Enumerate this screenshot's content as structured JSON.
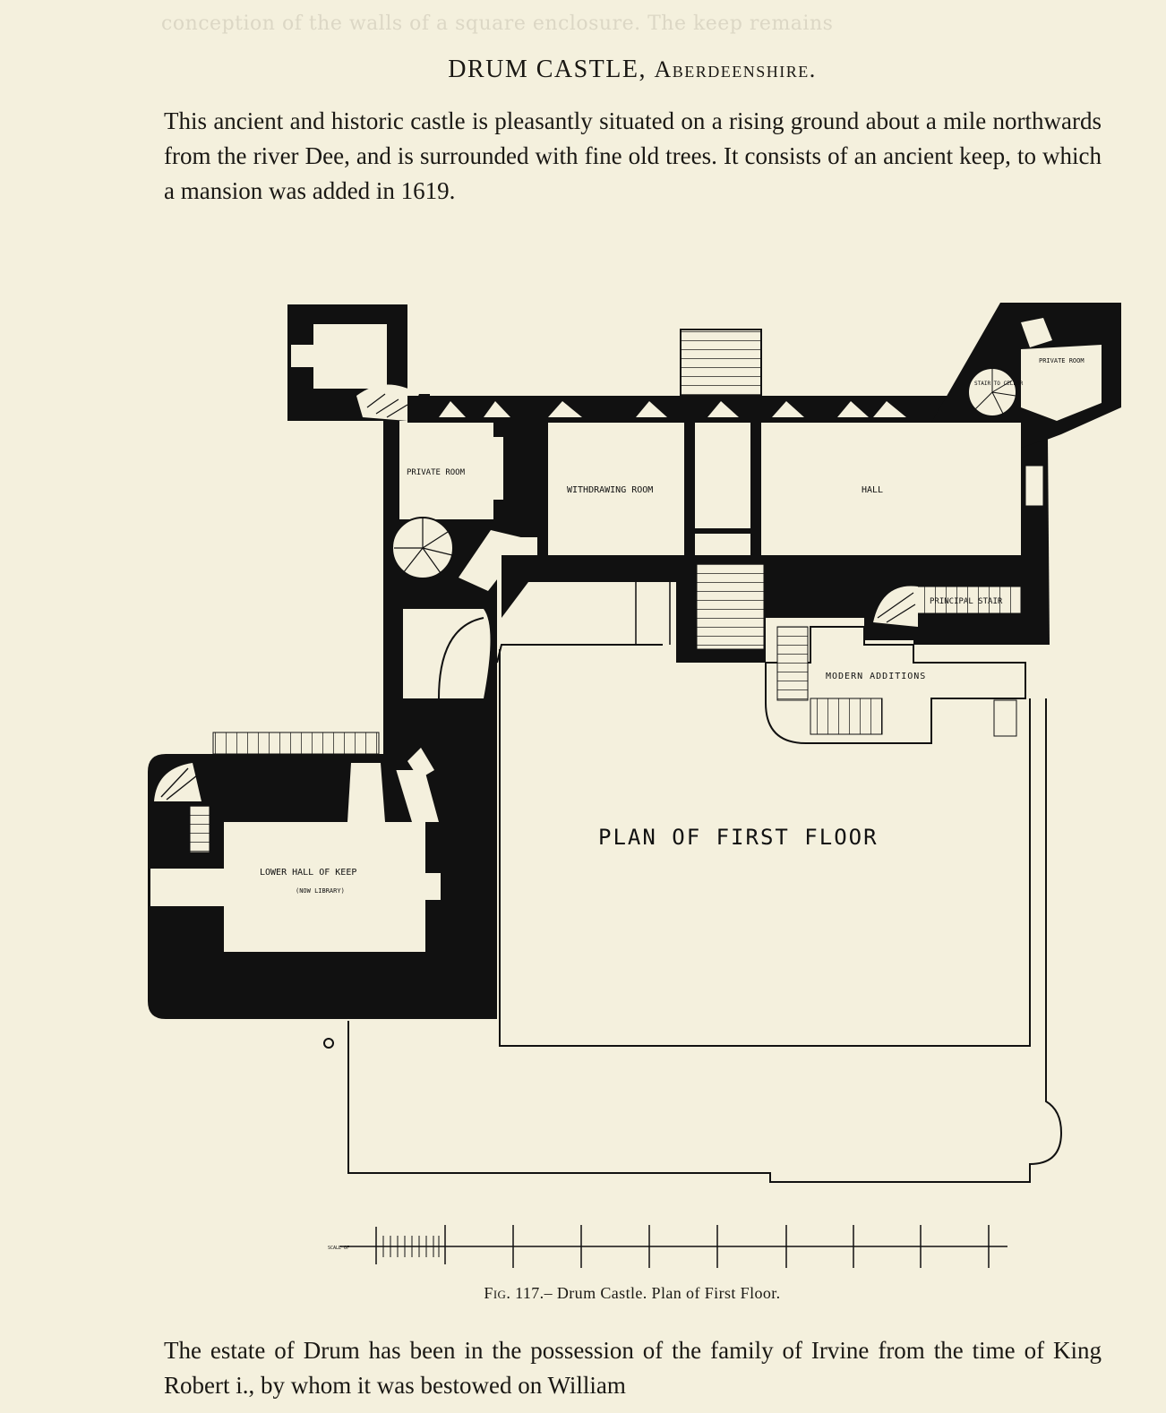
{
  "page": {
    "ghost_text": "conception of the walls of a square enclosure. The keep remains",
    "heading": {
      "title": "DRUM CASTLE,",
      "subtitle": "Aberdeenshire."
    },
    "intro_paragraph": "This ancient and historic castle is pleasantly situated on a rising ground about a mile northwards from the river Dee, and is surrounded with fine old trees. It consists of an ancient keep, to which a mansion was added in 1619.",
    "closing_paragraph": "The estate of Drum has been in the possession of the family of Irvine from the time of King Robert i., by whom it was bestowed on William"
  },
  "plan": {
    "title": "PLAN OF FIRST FLOOR",
    "labels": {
      "private_room_left": "PRIVATE ROOM",
      "withdrawing_room": "WITHDRAWING ROOM",
      "hall": "HALL",
      "private_room_right": "PRIVATE ROOM",
      "stair_to_cellar": "STAIR TO CELLAR",
      "principal_stair": "PRINCIPAL STAIR",
      "modern_additions": "MODERN ADDITIONS",
      "lower_hall_of_keep": "LOWER HALL OF KEEP",
      "now_library": "(NOW LIBRARY)"
    },
    "scale_label": "SCALE OF"
  },
  "caption": {
    "figure": "Fig. 117.–",
    "text": "Drum Castle. Plan of First Floor."
  },
  "colors": {
    "paper": "#f4f0dd",
    "ink": "#111111"
  }
}
